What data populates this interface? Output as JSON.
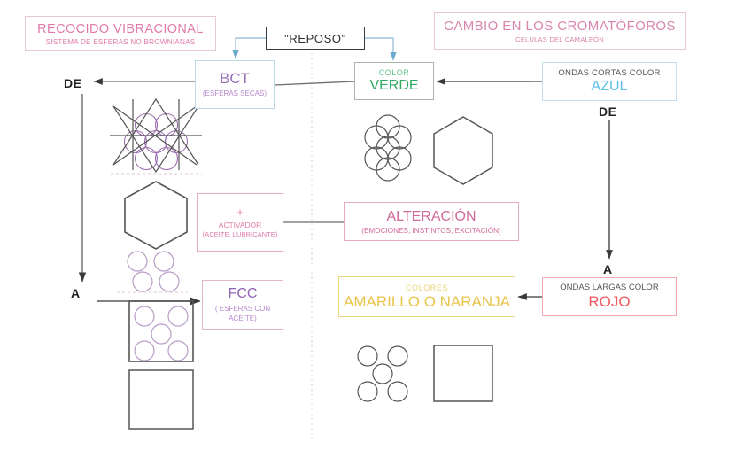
{
  "diagram": {
    "title_left": {
      "main": "RECOCIDO VIBRACIONAL",
      "sub": "SISTEMA DE ESFERAS NO BROWNIANAS",
      "color": "#e07aa8"
    },
    "title_right": {
      "main": "CAMBIO EN LOS CROMATÓFOROS",
      "sub": "CÉLULAS DEL CAMALEÓN",
      "color": "#d885ad"
    },
    "reposo": {
      "label": "\"REPOSO\"",
      "color": "#2e2e2e"
    },
    "bct": {
      "line1": "BCT",
      "line2": "(ESFERAS SECAS)",
      "color": "#9b6fb8",
      "border": "#bcd9ea"
    },
    "verde": {
      "line1": "COLOR",
      "line2": "VERDE",
      "color": "#2faa63",
      "border": "#a9b5a9"
    },
    "azul": {
      "line1": "ONDAS CORTAS COLOR",
      "line2": "AZUL",
      "color": "#5bc0e8",
      "border": "#bfe0ef"
    },
    "rojo": {
      "line1": "ONDAS LARGAS COLOR",
      "line2": "ROJO",
      "color": "#f0595e",
      "border": "#f2a8ae"
    },
    "amarillo": {
      "line1": "COLORES",
      "line2": "AMARILLO O NARANJA",
      "color": "#e8c44a",
      "border": "#ecd77c"
    },
    "activador": {
      "plus": "+",
      "line1": "ACTIVADOR",
      "line2": "(ACEITE, LUBRICANTE)",
      "color": "#e07aa8"
    },
    "alteracion": {
      "line1": "ALTERACIÓN",
      "line2": "(EMOCIONES,  INSTINTOS, EXCITACIÓN)",
      "color": "#d16a9a"
    },
    "fcc": {
      "line1": "FCC",
      "line2": "( ESFERAS CON ACEITE)",
      "color": "#8f62b5"
    },
    "labels": {
      "de_left": "DE",
      "a_left": "A",
      "de_right": "DE",
      "a_right": "A"
    },
    "divider": {
      "style": "dotted-vertical",
      "color": "#e2cfd8"
    }
  }
}
